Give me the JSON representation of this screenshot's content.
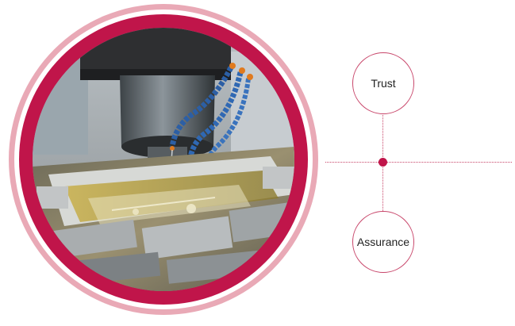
{
  "image": {
    "subject": "cnc-milling-machine-photo"
  },
  "diagram": {
    "nodes": [
      {
        "label": "Trust"
      },
      {
        "label": "Assurance"
      }
    ]
  },
  "colors": {
    "accent": "#c0154a",
    "accent_light": "#e9a9b6",
    "line": "#c8466a",
    "text": "#222222"
  }
}
